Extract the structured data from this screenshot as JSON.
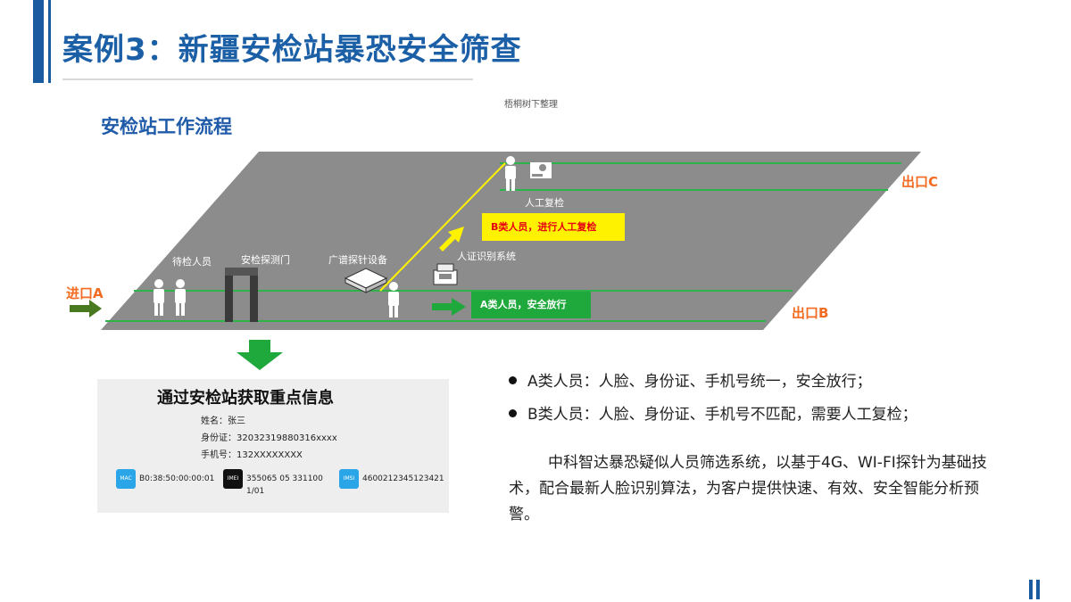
{
  "title": "案例3：新疆安检站暴恐安全筛查",
  "source_note": "梧桐树下整理",
  "subtitle": "安检站工作流程",
  "flow": {
    "entrance_a": "进口A",
    "exit_b": "出口B",
    "exit_c": "出口C",
    "waiting": "待检人员",
    "detector_gate": "安检探测门",
    "probe": "广谱探针设备",
    "id_system": "人证识别系统",
    "manual_recheck": "人工复检",
    "box_b": "B类人员，进行人工复检",
    "box_a": "A类人员，安全放行"
  },
  "info": {
    "heading": "通过安检站获取重点信息",
    "name": "姓名：张三",
    "id_card": "身份证：32032319880316xxxx",
    "phone": "手机号：132XXXXXXXX",
    "mac_label": "MAC",
    "mac_value": "B0:38:50:00:00:01",
    "imei_label": "IMEI",
    "imei_value_1": "355065 05 331100",
    "imei_value_2": "1/01",
    "imsi_label": "IMSI",
    "imsi_value": "46002123451234­21"
  },
  "bullets": [
    "A类人员：人脸、身份证、手机号统一，安全放行；",
    "B类人员：人脸、身份证、手机号不匹配，需要人工复检；"
  ],
  "paragraph": "中科智达暴恐疑似人员筛选系统，以基于4G、WI-FI探针为基础技术，配合最新人脸识别算法，为客户提供快速、有效、安全智能分析预警。",
  "colors": {
    "title_blue": "#1b5fa6",
    "accent_orange": "#f26b21",
    "green": "#1fa83c",
    "yellow": "#fff200",
    "road_gray": "#8c8c8c"
  }
}
